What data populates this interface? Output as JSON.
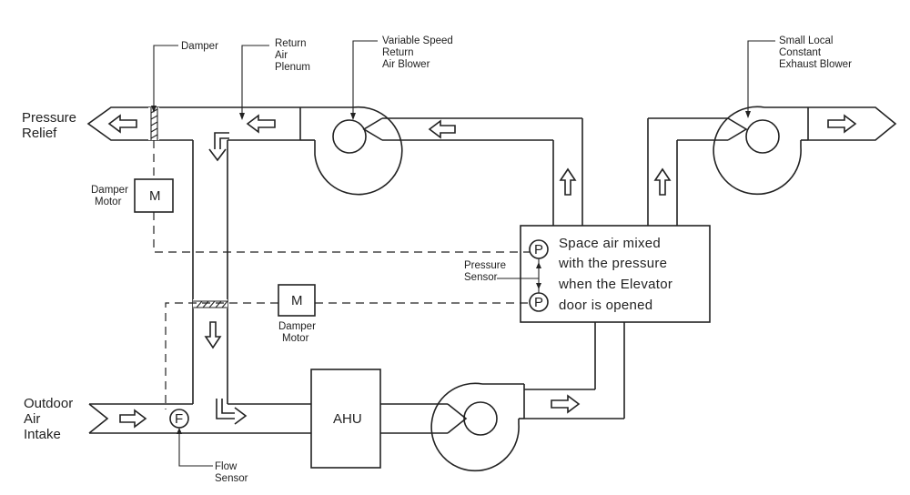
{
  "labels": {
    "pressure_relief": [
      "Pressure",
      "Relief"
    ],
    "outdoor_air_intake": [
      "Outdoor",
      "Air",
      "Intake"
    ],
    "damper": "Damper",
    "return_air_plenum": [
      "Return",
      "Air",
      "Plenum"
    ],
    "variable_speed_return_blower": [
      "Variable Speed",
      "Return",
      "Air Blower"
    ],
    "small_local_exhaust_blower": [
      "Small Local",
      "Constant",
      "Exhaust Blower"
    ],
    "damper_motor_top": [
      "Damper",
      "Motor"
    ],
    "damper_motor_bottom": [
      "Damper",
      "Motor"
    ],
    "pressure_sensor": [
      "Pressure",
      "Sensor"
    ],
    "flow_sensor": [
      "Flow",
      "Sensor"
    ],
    "space_box": [
      "Space air mixed",
      "with the pressure",
      "when the Elevator",
      "door is opened"
    ],
    "ahu": "AHU",
    "motor_symbol": "M",
    "pressure_symbol": "P",
    "flow_symbol": "F"
  }
}
